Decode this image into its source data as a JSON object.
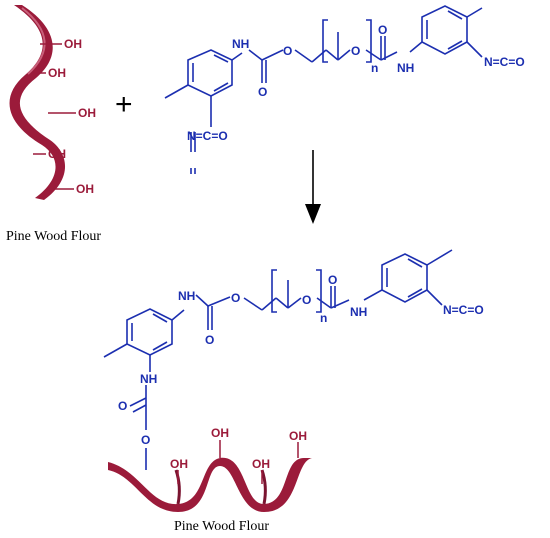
{
  "colors": {
    "wood": "#9b1b3a",
    "polymer": "#1c2fb0",
    "text": "#000000"
  },
  "reactant_wood": {
    "groups": [
      "OH",
      "OH",
      "OH",
      "OH",
      "OH"
    ],
    "caption": "Pine Wood Flour"
  },
  "reactant_polymer": {
    "nh_left": "NH",
    "o_carbonyl_left": "O",
    "o_ether_left": "O",
    "o_repeat": "O",
    "subscript": "n",
    "o_carbonyl_right": "O",
    "nh_right": "NH",
    "nco_right": "N=C=O",
    "nco_left": "N=C=O"
  },
  "plus_sign": "+",
  "product": {
    "nh_left": "NH",
    "o_carbonyl_left": "O",
    "o_ether_left": "O",
    "o_repeat": "O",
    "subscript": "n",
    "o_carbonyl_right": "O",
    "nh_right": "NH",
    "nco": "N=C=O",
    "nh_link": "NH",
    "o_link_carbonyl": "O",
    "o_link": "O",
    "wood_groups": [
      "OH",
      "OH",
      "OH",
      "OH"
    ],
    "caption": "Pine Wood Flour"
  }
}
